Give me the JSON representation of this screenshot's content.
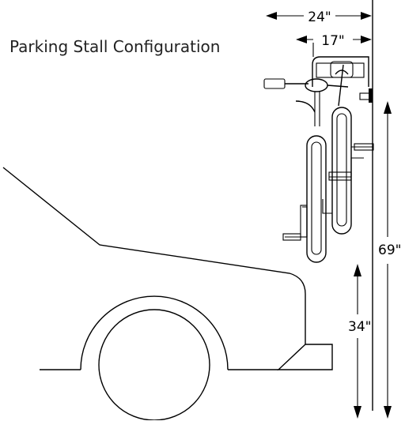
{
  "diagram": {
    "title": "Parking Stall Configuration",
    "dimensions": {
      "outer_width": "24\"",
      "rack_width": "17\"",
      "total_height": "69\"",
      "bumper_height": "34\""
    },
    "colors": {
      "line": "#000000",
      "background": "#ffffff"
    }
  }
}
